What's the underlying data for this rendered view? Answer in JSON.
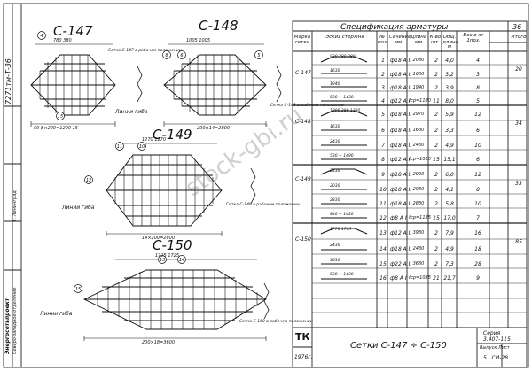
{
  "sheet": {
    "title": "Спецификация арматуры",
    "sheet_no": "36",
    "series_code": "ТК",
    "sheet_name": "Сетки С-147 ÷ С-150",
    "series": "Серия\n3.407-115",
    "issue": "Выпуск Лист",
    "issue_vals": "5   СИ-28",
    "year": "1976г.",
    "left_code": "7271тм-Т-36",
    "org_lines": [
      "Энергосетьпроект",
      "Северо-западное отделение",
      "г. Ленинград"
    ],
    "watermark": "stock-gbi.ru"
  },
  "drawings": {
    "c147": "С-147",
    "c148": "С-148",
    "c149": "С-149",
    "c150": "С-150",
    "bend_line": "Линии гиба",
    "bend_line2": "Линии гиба",
    "bend_line3": "Линии гиба",
    "c147_dims": "50 Б×200=1200 15",
    "c148_dims": "200×14=2800",
    "c149_dims": "14×200=2800",
    "c150_dims": "200×18=3600",
    "c147_top": "780  380",
    "c148_top": "1005  1005",
    "c149_top": "1270  1270",
    "c150_top": "1725  1725",
    "note_a": "Сетка С-147 в рабочем положении",
    "note_b": "Сетка С-148 в рабочем положении",
    "note_c": "Сетка С-149 в рабочем положении",
    "note_d": "Сетка С-150 в рабочем положении"
  },
  "table": {
    "headers": [
      "Марка сетки",
      "Эскиз стержня",
      "№ поз.",
      "Сечение мм",
      "Длина мм",
      "К-во шт.",
      "Общ. длина м",
      "Вес в кг 1поз.",
      "Итого"
    ],
    "rows": [
      {
        "mark": "С-147",
        "sketch": "830 780 980",
        "pos": "1",
        "sec": "ф18 А II",
        "len": "2080",
        "qty": "2",
        "tot": "4,0",
        "w": "4",
        "sum": "20"
      },
      {
        "mark": "",
        "sketch": "1630",
        "pos": "2",
        "sec": "ф18 А II",
        "len": "1630",
        "qty": "2",
        "tot": "3,2",
        "w": "3",
        "sum": ""
      },
      {
        "mark": "",
        "sketch": "1940",
        "pos": "3",
        "sec": "ф18 А II",
        "len": "1940",
        "qty": "2",
        "tot": "3,9",
        "w": "8",
        "sum": ""
      },
      {
        "mark": "",
        "sketch": "530 ÷ 1430",
        "pos": "4",
        "sec": "ф12 А I",
        "len": "ℓср=1180",
        "qty": "11",
        "tot": "8,0",
        "w": "5",
        "sum": ""
      },
      {
        "mark": "С-148",
        "sketch": "1290 380 1290",
        "pos": "5",
        "sec": "ф18 А II",
        "len": "2970",
        "qty": "2",
        "tot": "5,9",
        "w": "12",
        "sum": "34"
      },
      {
        "mark": "",
        "sketch": "1630",
        "pos": "6",
        "sec": "ф18 А II",
        "len": "1630",
        "qty": "2",
        "tot": "3,3",
        "w": "6",
        "sum": ""
      },
      {
        "mark": "",
        "sketch": "2430",
        "pos": "7",
        "sec": "ф18 А II",
        "len": "2430",
        "qty": "2",
        "tot": "4,9",
        "w": "10",
        "sum": ""
      },
      {
        "mark": "",
        "sketch": "530 ÷ 1490",
        "pos": "8",
        "sec": "ф12 А I",
        "len": "ℓср=1010",
        "qty": "15",
        "tot": "15,1",
        "w": "6",
        "sum": ""
      },
      {
        "mark": "С-149",
        "sketch": "2430",
        "pos": "9",
        "sec": "ф18 А II",
        "len": "2990",
        "qty": "2",
        "tot": "6,0",
        "w": "12",
        "sum": "33"
      },
      {
        "mark": "",
        "sketch": "2030",
        "pos": "10",
        "sec": "ф18 А II",
        "len": "2030",
        "qty": "2",
        "tot": "4,1",
        "w": "8",
        "sum": ""
      },
      {
        "mark": "",
        "sketch": "2830",
        "pos": "11",
        "sec": "ф18 А II",
        "len": "2830",
        "qty": "2",
        "tot": "5,8",
        "w": "10",
        "sum": ""
      },
      {
        "mark": "",
        "sketch": "840 ÷ 1430",
        "pos": "12",
        "sec": "ф8 А I",
        "len": "ℓср=1135",
        "qty": "15",
        "tot": "17,0",
        "w": "7",
        "sum": ""
      },
      {
        "mark": "С-150",
        "sketch": "1776 1785",
        "pos": "13",
        "sec": "ф12 А II",
        "len": "3930",
        "qty": "2",
        "tot": "7,9",
        "w": "16",
        "sum": "85"
      },
      {
        "mark": "",
        "sketch": "2430",
        "pos": "14",
        "sec": "ф18 А II",
        "len": "2430",
        "qty": "2",
        "tot": "4,9",
        "w": "18",
        "sum": ""
      },
      {
        "mark": "",
        "sketch": "3630",
        "pos": "15",
        "sec": "ф22 А II",
        "len": "3630",
        "qty": "2",
        "tot": "7,3",
        "w": "28",
        "sum": ""
      },
      {
        "mark": "",
        "sketch": "530 ÷ 1430",
        "pos": "16",
        "sec": "ф8 А I",
        "len": "ℓср=1035",
        "qty": "21",
        "tot": "21,7",
        "w": "9",
        "sum": ""
      }
    ]
  }
}
